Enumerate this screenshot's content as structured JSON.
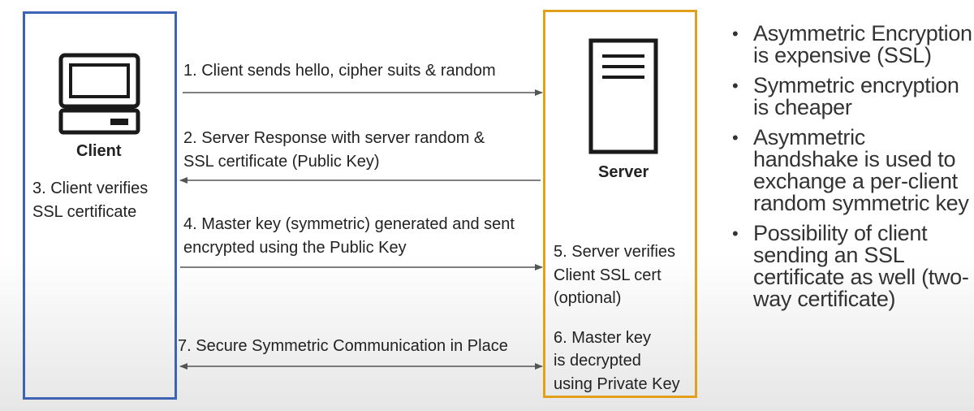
{
  "client": {
    "label": "Client",
    "verify_text_line1": "3. Client verifies",
    "verify_text_line2": "SSL certificate",
    "color": "#3c63b4"
  },
  "server": {
    "label": "Server",
    "verify_text_line1": "5. Server verifies",
    "verify_text_line2": "Client SSL cert",
    "verify_text_line3": "(optional)",
    "decrypt_text_line1": "6. Master key",
    "decrypt_text_line2": "is decrypted",
    "decrypt_text_line3": "using Private Key",
    "color": "#e3a01a"
  },
  "messages": {
    "m1": "1. Client sends hello, cipher suits & random",
    "m2_line1": "2. Server Response with server random &",
    "m2_line2": "SSL certificate (Public Key)",
    "m4_line1": "4. Master key (symmetric) generated and sent",
    "m4_line2": "encrypted using the Public Key",
    "m7": "7. Secure Symmetric Communication in Place"
  },
  "bullets": [
    "Asymmetric Encryption is expensive (SSL)",
    "Symmetric encryption is cheaper",
    "Asymmetric handshake is used to exchange a per-client random symmetric key",
    "Possibility of client sending an SSL certificate as well (two-way certificate)"
  ],
  "icons": {
    "client": "computer-icon",
    "server": "server-tower-icon"
  }
}
